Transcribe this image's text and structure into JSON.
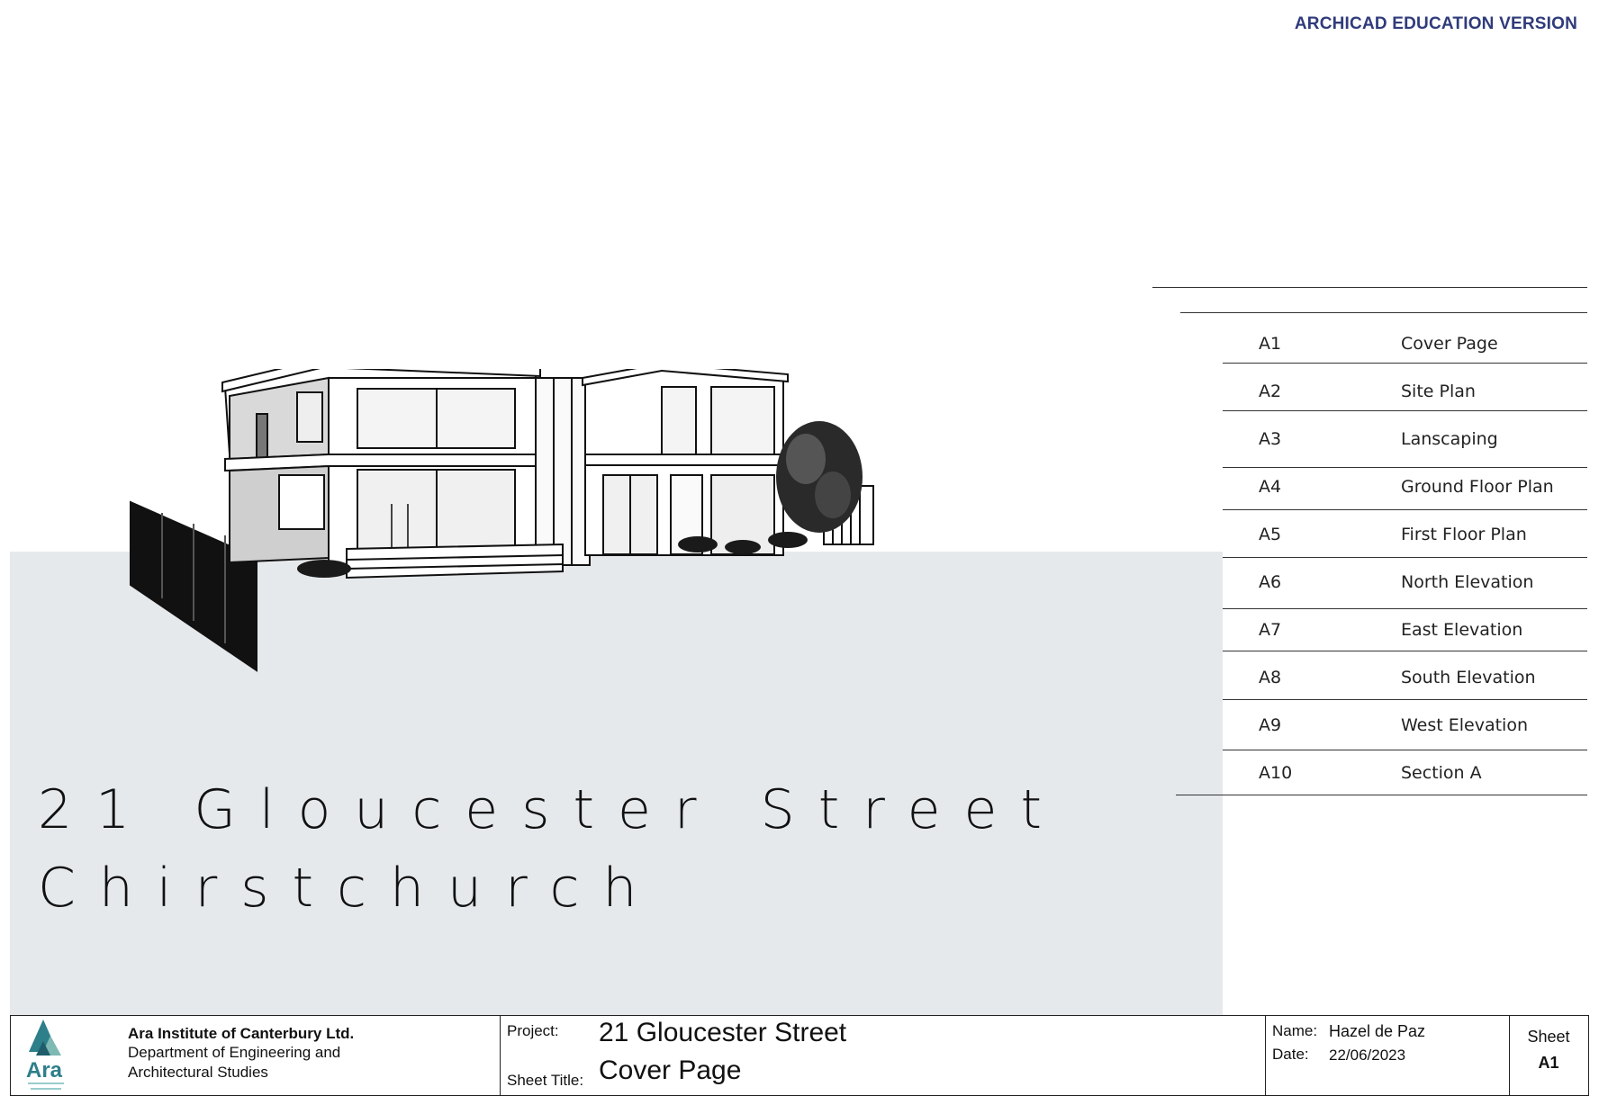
{
  "watermark": "ARCHICAD EDUCATION VERSION",
  "project_title": {
    "line1": "21 Gloucester Street",
    "line2": "Chirstchurch"
  },
  "sheet_index": [
    {
      "code": "A1",
      "name": "Cover Page"
    },
    {
      "code": "A2",
      "name": "Site Plan"
    },
    {
      "code": "A3",
      "name": "Lanscaping"
    },
    {
      "code": "A4",
      "name": "Ground Floor Plan"
    },
    {
      "code": "A5",
      "name": "First Floor Plan"
    },
    {
      "code": "A6",
      "name": "North Elevation"
    },
    {
      "code": "A7",
      "name": "East Elevation"
    },
    {
      "code": "A8",
      "name": "South Elevation"
    },
    {
      "code": "A9",
      "name": "West Elevation"
    },
    {
      "code": "A10",
      "name": "Section A"
    }
  ],
  "title_block": {
    "logo_text": "Ara",
    "institution": "Ara Institute of Canterbury Ltd.",
    "department_line1": "Department of Engineering and",
    "department_line2": "Architectural Studies",
    "project_label": "Project:",
    "project_value": "21 Gloucester Street",
    "sheet_title_label": "Sheet Title:",
    "sheet_title_value": "Cover Page",
    "name_label": "Name:",
    "name_value": "Hazel de Paz",
    "date_label": "Date:",
    "date_value": "22/06/2023",
    "sheet_label": "Sheet",
    "sheet_value": "A1"
  },
  "colors": {
    "watermark": "#2f3b7a",
    "panel": "#e6e9ec",
    "logo_teal": "#2d7f8a"
  }
}
